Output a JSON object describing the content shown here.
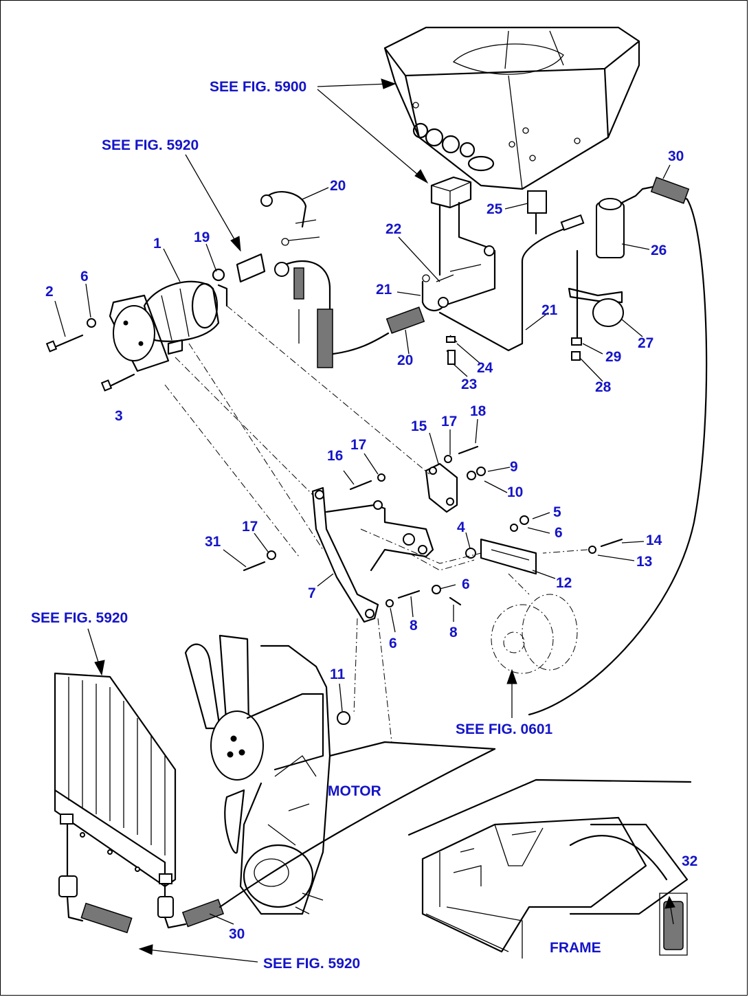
{
  "labels": {
    "see_5900": "SEE FIG. 5900",
    "see_5920_top": "SEE FIG. 5920",
    "see_5920_left": "SEE FIG. 5920",
    "see_5920_bottom": "SEE FIG. 5920",
    "see_0601": "SEE FIG. 0601",
    "motor": "MOTOR",
    "frame": "FRAME"
  },
  "part_numbers": {
    "p1": "1",
    "p2": "2",
    "p3": "3",
    "p4": "4",
    "p5": "5",
    "p6a": "6",
    "p6b": "6",
    "p6c": "6",
    "p6d": "6",
    "p7": "7",
    "p8a": "8",
    "p8b": "8",
    "p9": "9",
    "p10": "10",
    "p11": "11",
    "p12": "12",
    "p13": "13",
    "p14": "14",
    "p15": "15",
    "p16": "16",
    "p17a": "17",
    "p17b": "17",
    "p17c": "17",
    "p18": "18",
    "p19": "19",
    "p20a": "20",
    "p20b": "20",
    "p21a": "21",
    "p21b": "21",
    "p22": "22",
    "p23": "23",
    "p24": "24",
    "p25": "25",
    "p26": "26",
    "p27": "27",
    "p28": "28",
    "p29": "29",
    "p30a": "30",
    "p30b": "30",
    "p31": "31",
    "p32": "32"
  }
}
